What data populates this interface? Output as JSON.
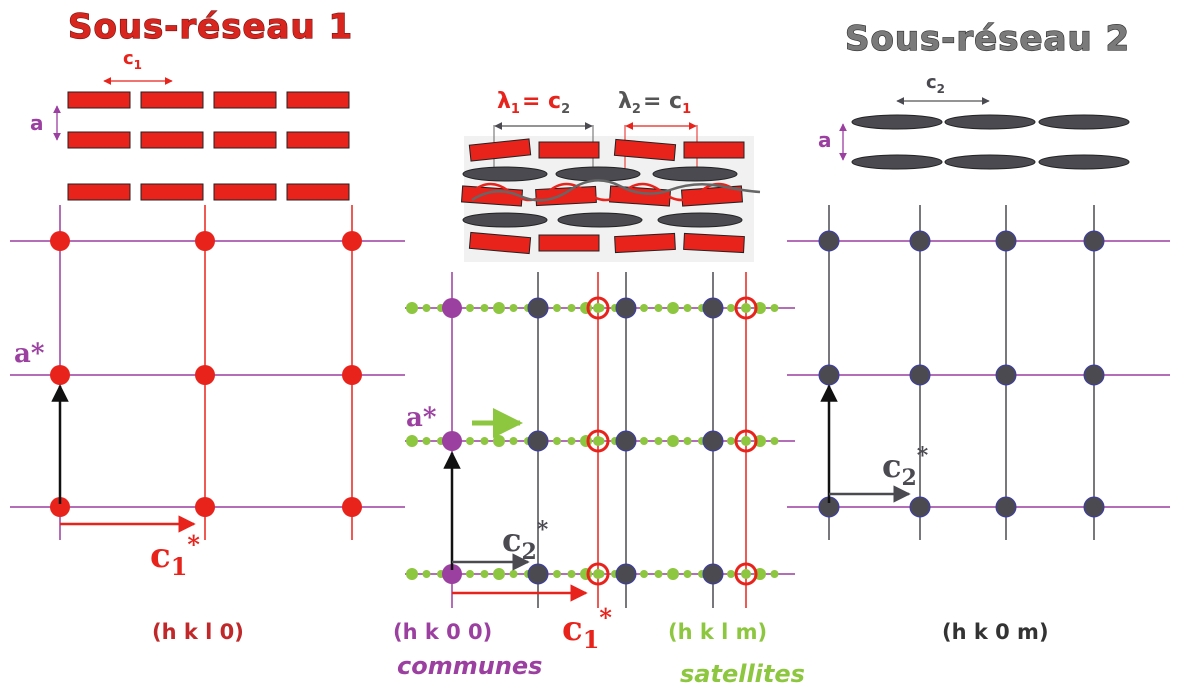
{
  "titles": {
    "sub1": "Sous-réseau 1",
    "sub2": "Sous-réseau 2"
  },
  "left": {
    "c1_label": "c",
    "c1_sub": "1",
    "a_label": "a",
    "astar": "a*",
    "c1star_main": "c",
    "c1star_sub": "1",
    "c1star_star": "*",
    "hkl0": "(h k l 0)"
  },
  "middle": {
    "lambda1": "λ",
    "lambda1_sub": "1",
    "eq1": "= c",
    "eq1_sub": "2",
    "lambda2": "λ",
    "lambda2_sub": "2",
    "eq2": "= c",
    "eq2_sub": "1",
    "astar": "a*",
    "c2star_main": "c",
    "c2star_sub": "2",
    "c2star_star": "*",
    "c1star_main": "c",
    "c1star_sub": "1",
    "c1star_star": "*",
    "hk00": "(h k 0 0)",
    "communes": "communes",
    "hklm": "(h k l m)",
    "satellites": "satellites"
  },
  "right": {
    "c2_label": "c",
    "c2_sub": "2",
    "a_label": "a",
    "c2star_main": "c",
    "c2star_sub": "2",
    "c2star_star": "*",
    "hk0m": "(h k 0 m)"
  },
  "colors": {
    "red": "#e8231c",
    "gray": "#4a4a50",
    "purple": "#9b3fa0",
    "green": "#8dc63f",
    "black": "#111111"
  }
}
